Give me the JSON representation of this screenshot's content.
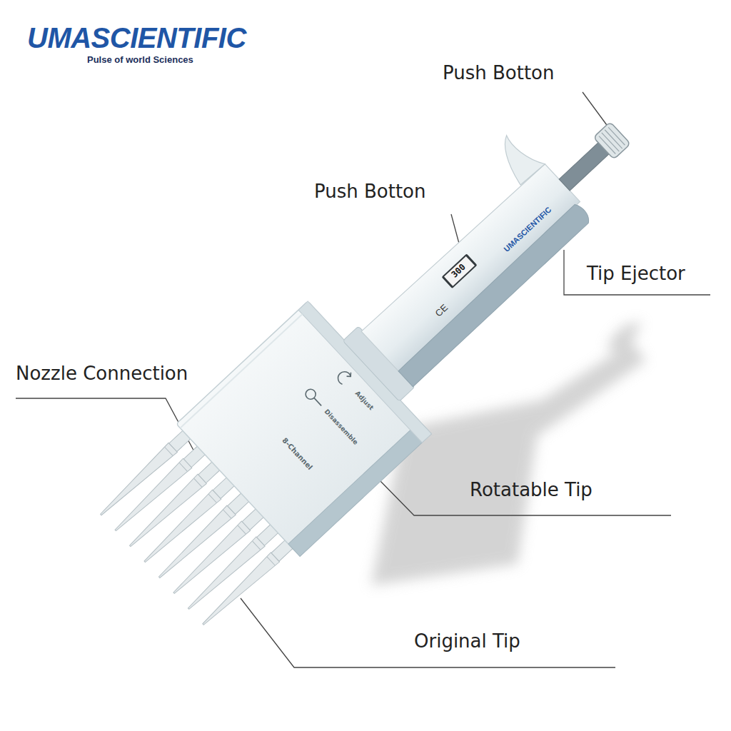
{
  "diagram": {
    "labels": [
      "UMASCIENTIFIC",
      "Pulse of world Sciences",
      "Push Botton",
      "Push Botton",
      "Tip Ejector",
      "Nozzle Connection",
      "Rotatable Tip",
      "Original Tip",
      "UMASCIENTIFIC",
      "300",
      "CE",
      "Adjust",
      "Disassemble",
      "8-Channel"
    ]
  }
}
